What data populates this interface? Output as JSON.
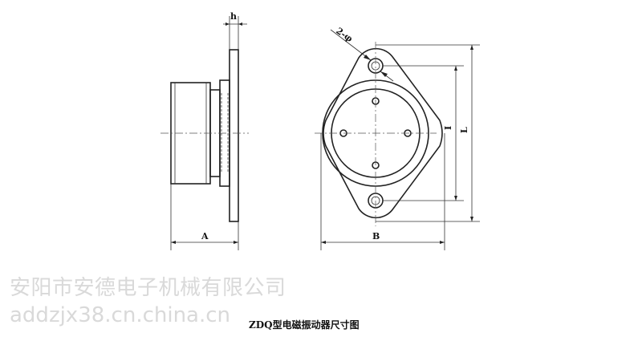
{
  "dimensions": {
    "h": "h",
    "hole": "2-φ",
    "I": "I",
    "L": "L",
    "A": "A",
    "B": "B"
  },
  "watermark": {
    "company": "安阳市安德电子机械有限公司",
    "url": "addzjx38.cn.china.cn"
  },
  "caption": "ZDQ型电磁振动器尺寸图",
  "colors": {
    "line": "#222222",
    "watermark": "#d9d9d9"
  }
}
